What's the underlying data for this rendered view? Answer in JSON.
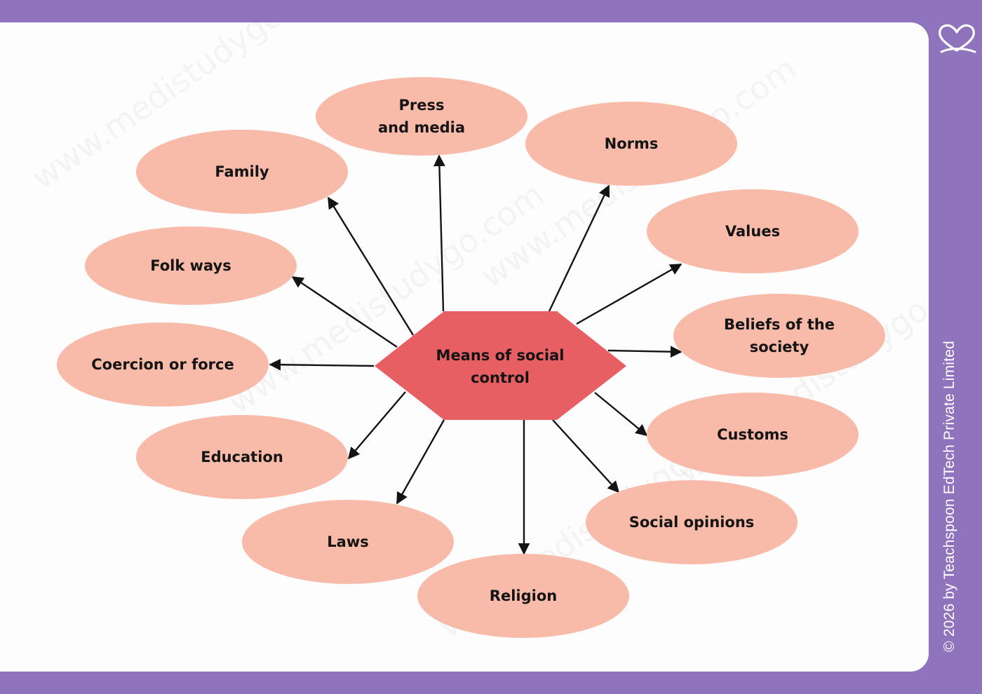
{
  "diagram": {
    "center": {
      "line1": "Means of social",
      "line2": "control"
    },
    "nodes": [
      {
        "id": "press-and-media",
        "lines": [
          "Press",
          "and media"
        ]
      },
      {
        "id": "norms",
        "lines": [
          "Norms"
        ]
      },
      {
        "id": "family",
        "lines": [
          "Family"
        ]
      },
      {
        "id": "values",
        "lines": [
          "Values"
        ]
      },
      {
        "id": "folk-ways",
        "lines": [
          "Folk ways"
        ]
      },
      {
        "id": "beliefs-of-the-society",
        "lines": [
          "Beliefs of the",
          "society"
        ]
      },
      {
        "id": "coercion-or-force",
        "lines": [
          "Coercion or force"
        ]
      },
      {
        "id": "customs",
        "lines": [
          "Customs"
        ]
      },
      {
        "id": "education",
        "lines": [
          "Education"
        ]
      },
      {
        "id": "social-opinions",
        "lines": [
          "Social opinions"
        ]
      },
      {
        "id": "laws",
        "lines": [
          "Laws"
        ]
      },
      {
        "id": "religion",
        "lines": [
          "Religion"
        ]
      }
    ]
  },
  "footer": {
    "copyright": "© 2026 by Teachspoon EdTech Private Limited"
  },
  "watermark": {
    "text": "www.medistudygo.com"
  },
  "colors": {
    "frame": "#8f74bd",
    "card": "#fdfdfd",
    "node_fill": "#f9bba9",
    "center_fill": "#e85f63",
    "arrow": "#141414",
    "text": "#141414"
  },
  "icons": {
    "brand": "heart-icon"
  }
}
